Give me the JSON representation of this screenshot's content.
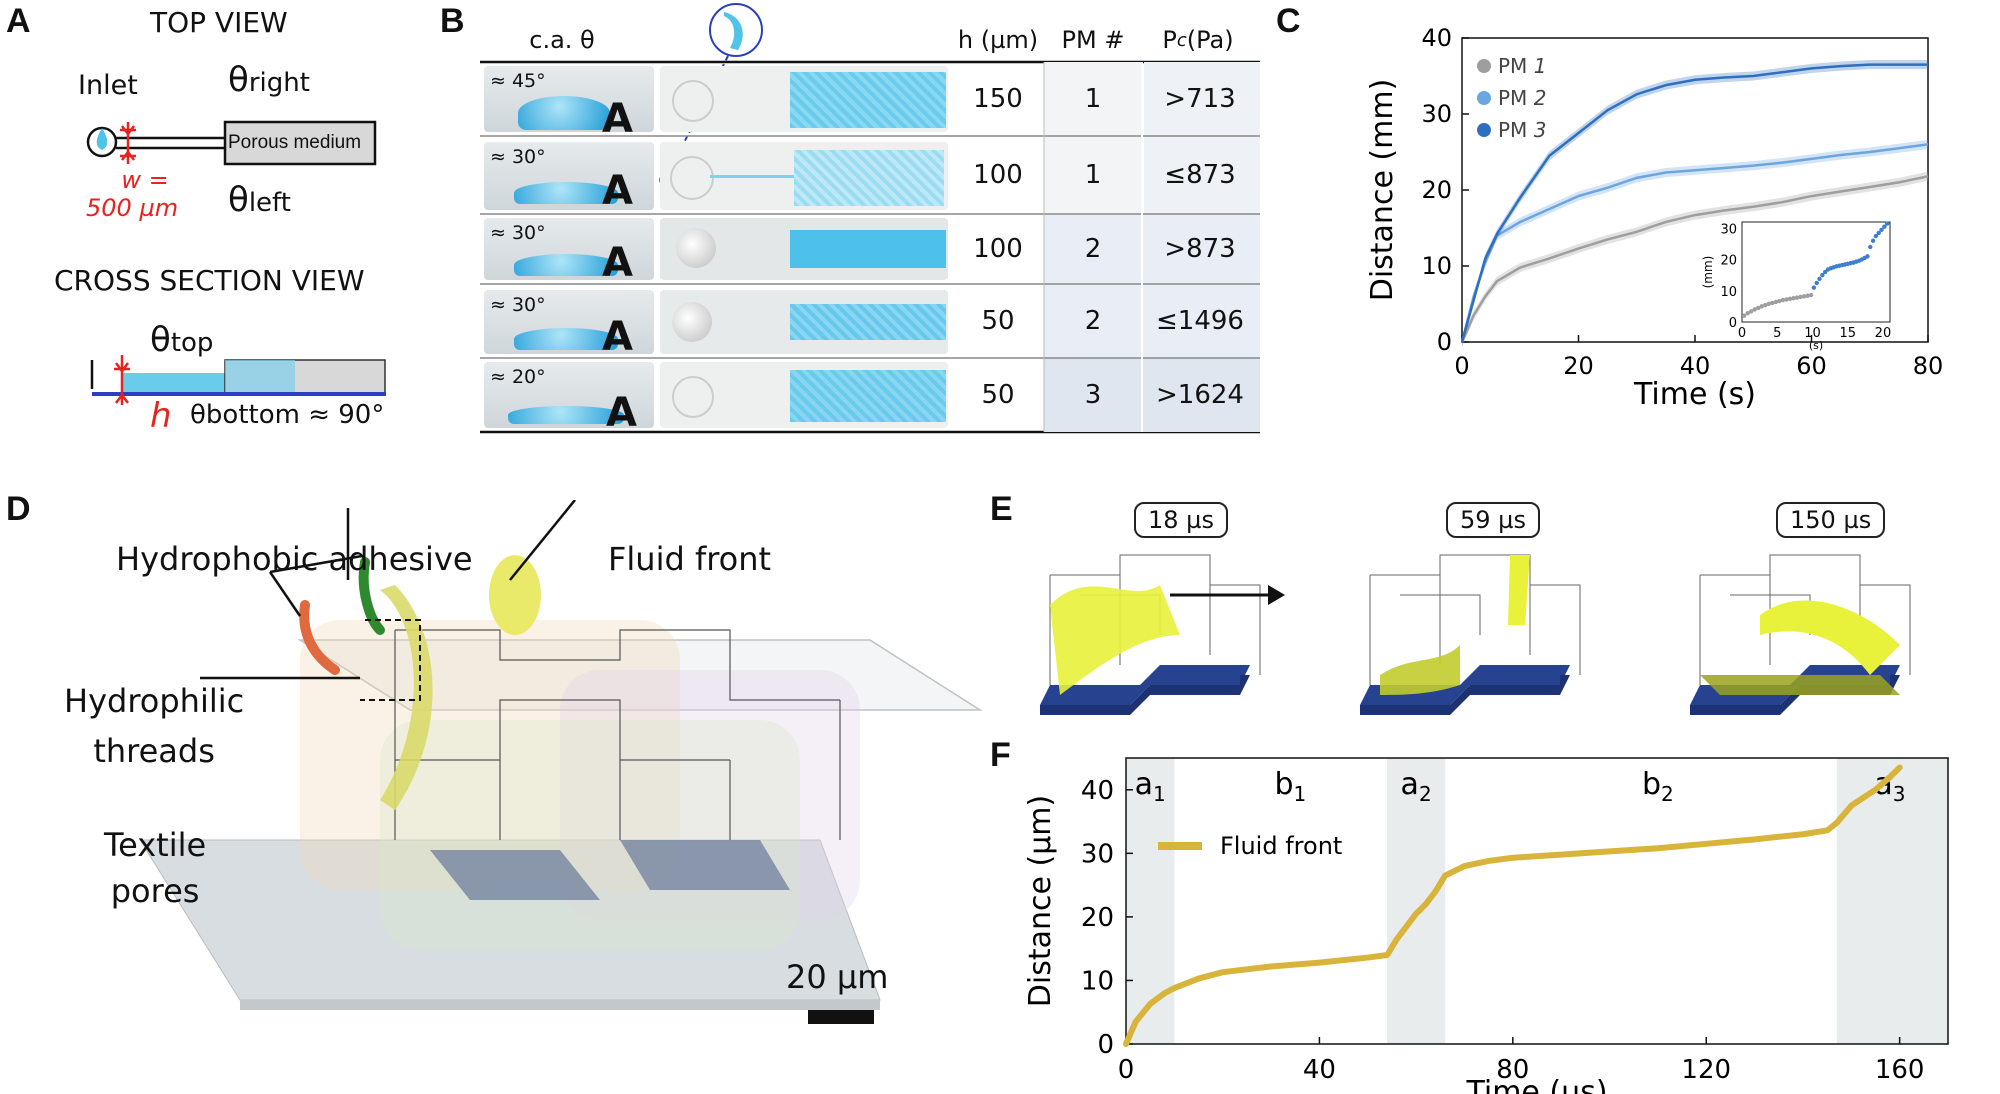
{
  "panels": {
    "a": "A",
    "b": "B",
    "c": "C",
    "d": "D",
    "e": "E",
    "f": "F"
  },
  "panelA": {
    "top_view": "TOP VIEW",
    "inlet": "Inlet",
    "theta_right": "θright",
    "theta_right_sym": "θ",
    "theta_right_sub": "right",
    "theta_left_sym": "θ",
    "theta_left_sub": "left",
    "porous_medium": "Porous medium",
    "w_line1": "w =",
    "w_line2": "500 µm",
    "cross_section": "CROSS SECTION VIEW",
    "theta_top_sym": "θ",
    "theta_top_sub": "top",
    "h": "h",
    "theta_bottom": "θbottom ≈ 90°",
    "colors": {
      "red": "#e8231f",
      "blue_fluid": "#4fc3e8",
      "channel_blue": "#2b3fbf"
    }
  },
  "panelB": {
    "headers": {
      "ca": "c.a. θ",
      "h": "h (µm)",
      "pm": "PM #",
      "pc_main": "P",
      "pc_sub": "c",
      "pc_unit": " (Pa)"
    },
    "rows": [
      {
        "angle": "≈ 45°",
        "h": "150",
        "pm": "1",
        "pc": ">713"
      },
      {
        "angle": "≈ 30°",
        "h": "100",
        "pm": "1",
        "pc": "≤873"
      },
      {
        "angle": "≈ 30°",
        "h": "100",
        "pm": "2",
        "pc": ">873"
      },
      {
        "angle": "≈ 30°",
        "h": "50",
        "pm": "2",
        "pc": "≤1496"
      },
      {
        "angle": "≈ 20°",
        "h": "50",
        "pm": "3",
        "pc": ">1624"
      }
    ]
  },
  "panelD": {
    "hydrophobic": "Hydrophobic adhesive",
    "fluid_front": "Fluid front",
    "hydrophilic1": "Hydrophilic",
    "hydrophilic2": "threads",
    "textile1": "Textile",
    "textile2": "pores",
    "scale": "20 µm"
  },
  "panelE": {
    "times": [
      "18 µs",
      "59 µs",
      "150 µs"
    ]
  },
  "chart_data": [
    {
      "id": "C",
      "type": "line",
      "xlabel": "Time (s)",
      "ylabel": "Distance (mm)",
      "xlim": [
        0,
        80
      ],
      "ylim": [
        0,
        40
      ],
      "xticks": [
        0,
        20,
        40,
        60,
        80
      ],
      "yticks": [
        0,
        10,
        20,
        30,
        40
      ],
      "legend_position": "top-left",
      "series": [
        {
          "name_main": "PM ",
          "name_num": "1",
          "color": "#9e9e9e",
          "x": [
            0,
            2,
            4,
            6,
            10,
            15,
            20,
            25,
            30,
            35,
            40,
            45,
            50,
            55,
            60,
            65,
            70,
            75,
            80
          ],
          "y": [
            0,
            3.5,
            6,
            8,
            9.8,
            11,
            12.3,
            13.5,
            14.5,
            15.8,
            16.7,
            17.3,
            17.8,
            18.4,
            19.2,
            19.8,
            20.4,
            21,
            21.8
          ]
        },
        {
          "name_main": "PM ",
          "name_num": "2",
          "color": "#6ca6e0",
          "x": [
            0,
            2,
            4,
            6,
            10,
            15,
            20,
            25,
            30,
            35,
            40,
            45,
            50,
            55,
            60,
            65,
            70,
            75,
            80
          ],
          "y": [
            0,
            6,
            10.5,
            14,
            15.8,
            17.5,
            19.2,
            20.3,
            21.6,
            22.3,
            22.6,
            22.9,
            23.2,
            23.6,
            24.1,
            24.6,
            25,
            25.5,
            26
          ]
        },
        {
          "name_main": "PM ",
          "name_num": "3",
          "color": "#2f6fc0",
          "x": [
            0,
            2,
            4,
            6,
            10,
            15,
            20,
            25,
            30,
            35,
            40,
            45,
            50,
            55,
            60,
            65,
            70,
            75,
            80
          ],
          "y": [
            0,
            5.5,
            11,
            14.2,
            19,
            24.5,
            27.5,
            30.5,
            32.6,
            33.8,
            34.5,
            34.8,
            35,
            35.5,
            36,
            36.3,
            36.5,
            36.5,
            36.5
          ]
        }
      ],
      "inset": {
        "xlabel": "(s)",
        "ylabel": "(mm)",
        "xlim": [
          0,
          21
        ],
        "ylim": [
          0,
          32
        ],
        "xticks": [
          0,
          5,
          10,
          15,
          20
        ],
        "yticks": [
          0,
          10,
          20,
          30
        ],
        "gray": {
          "x": [
            0.3,
            0.8,
            1.3,
            1.8,
            2.3,
            2.8,
            3.3,
            3.8,
            4.3,
            4.8,
            5.3,
            5.8,
            6.3,
            6.8,
            7.3,
            7.8,
            8.3,
            8.8,
            9.3,
            9.8
          ],
          "y": [
            2,
            2.8,
            3.4,
            4,
            4.5,
            5,
            5.4,
            5.8,
            6.1,
            6.4,
            6.7,
            7,
            7.2,
            7.4,
            7.6,
            7.8,
            8,
            8.2,
            8.4,
            8.6
          ]
        },
        "blue": {
          "x": [
            10.2,
            10.6,
            11,
            11.4,
            11.8,
            12.2,
            12.6,
            13,
            13.4,
            13.8,
            14.2,
            14.6,
            15,
            15.4,
            15.8,
            16.2,
            16.6,
            17,
            17.4,
            17.8,
            18.2,
            18.6,
            19,
            19.4,
            19.8,
            20.2,
            20.6
          ],
          "y": [
            11,
            12.5,
            13.8,
            15,
            16,
            16.8,
            17.2,
            17.5,
            17.8,
            18,
            18.2,
            18.4,
            18.6,
            18.8,
            19,
            19.3,
            19.6,
            20,
            20.5,
            21,
            24,
            26,
            27.5,
            28.5,
            29.5,
            30.5,
            31.5
          ]
        }
      }
    },
    {
      "id": "F",
      "type": "line",
      "xlabel": "Time (µs)",
      "ylabel": "Distance (µm)",
      "xlim": [
        0,
        170
      ],
      "ylim": [
        0,
        45
      ],
      "xticks": [
        0,
        40,
        80,
        120,
        160
      ],
      "yticks": [
        0,
        10,
        20,
        30,
        40
      ],
      "legend_position": "top-left",
      "series": [
        {
          "name": "Fluid front",
          "color": "#d9b43a",
          "x": [
            0,
            2,
            5,
            8,
            10,
            15,
            20,
            30,
            40,
            50,
            54,
            56,
            60,
            62,
            64,
            66,
            70,
            75,
            80,
            90,
            100,
            110,
            120,
            130,
            140,
            145,
            147,
            150,
            155,
            158,
            160
          ],
          "y": [
            0,
            3.5,
            6.3,
            8,
            8.8,
            10.3,
            11.3,
            12.2,
            12.8,
            13.6,
            14,
            16.5,
            20.5,
            22,
            24,
            26.5,
            28,
            28.8,
            29.3,
            29.8,
            30.3,
            30.8,
            31.5,
            32.2,
            33,
            33.6,
            34.8,
            37.5,
            40,
            42,
            43.5
          ]
        }
      ],
      "phases": [
        {
          "label": "a",
          "sub": "1",
          "from": 0,
          "to": 10
        },
        {
          "label": "b",
          "sub": "1",
          "at": 34
        },
        {
          "label": "a",
          "sub": "2",
          "from": 54,
          "to": 66
        },
        {
          "label": "b",
          "sub": "2",
          "at": 110
        },
        {
          "label": "a",
          "sub": "3",
          "from": 147,
          "to": 170
        }
      ],
      "shade_color": "#e8ecec"
    }
  ]
}
